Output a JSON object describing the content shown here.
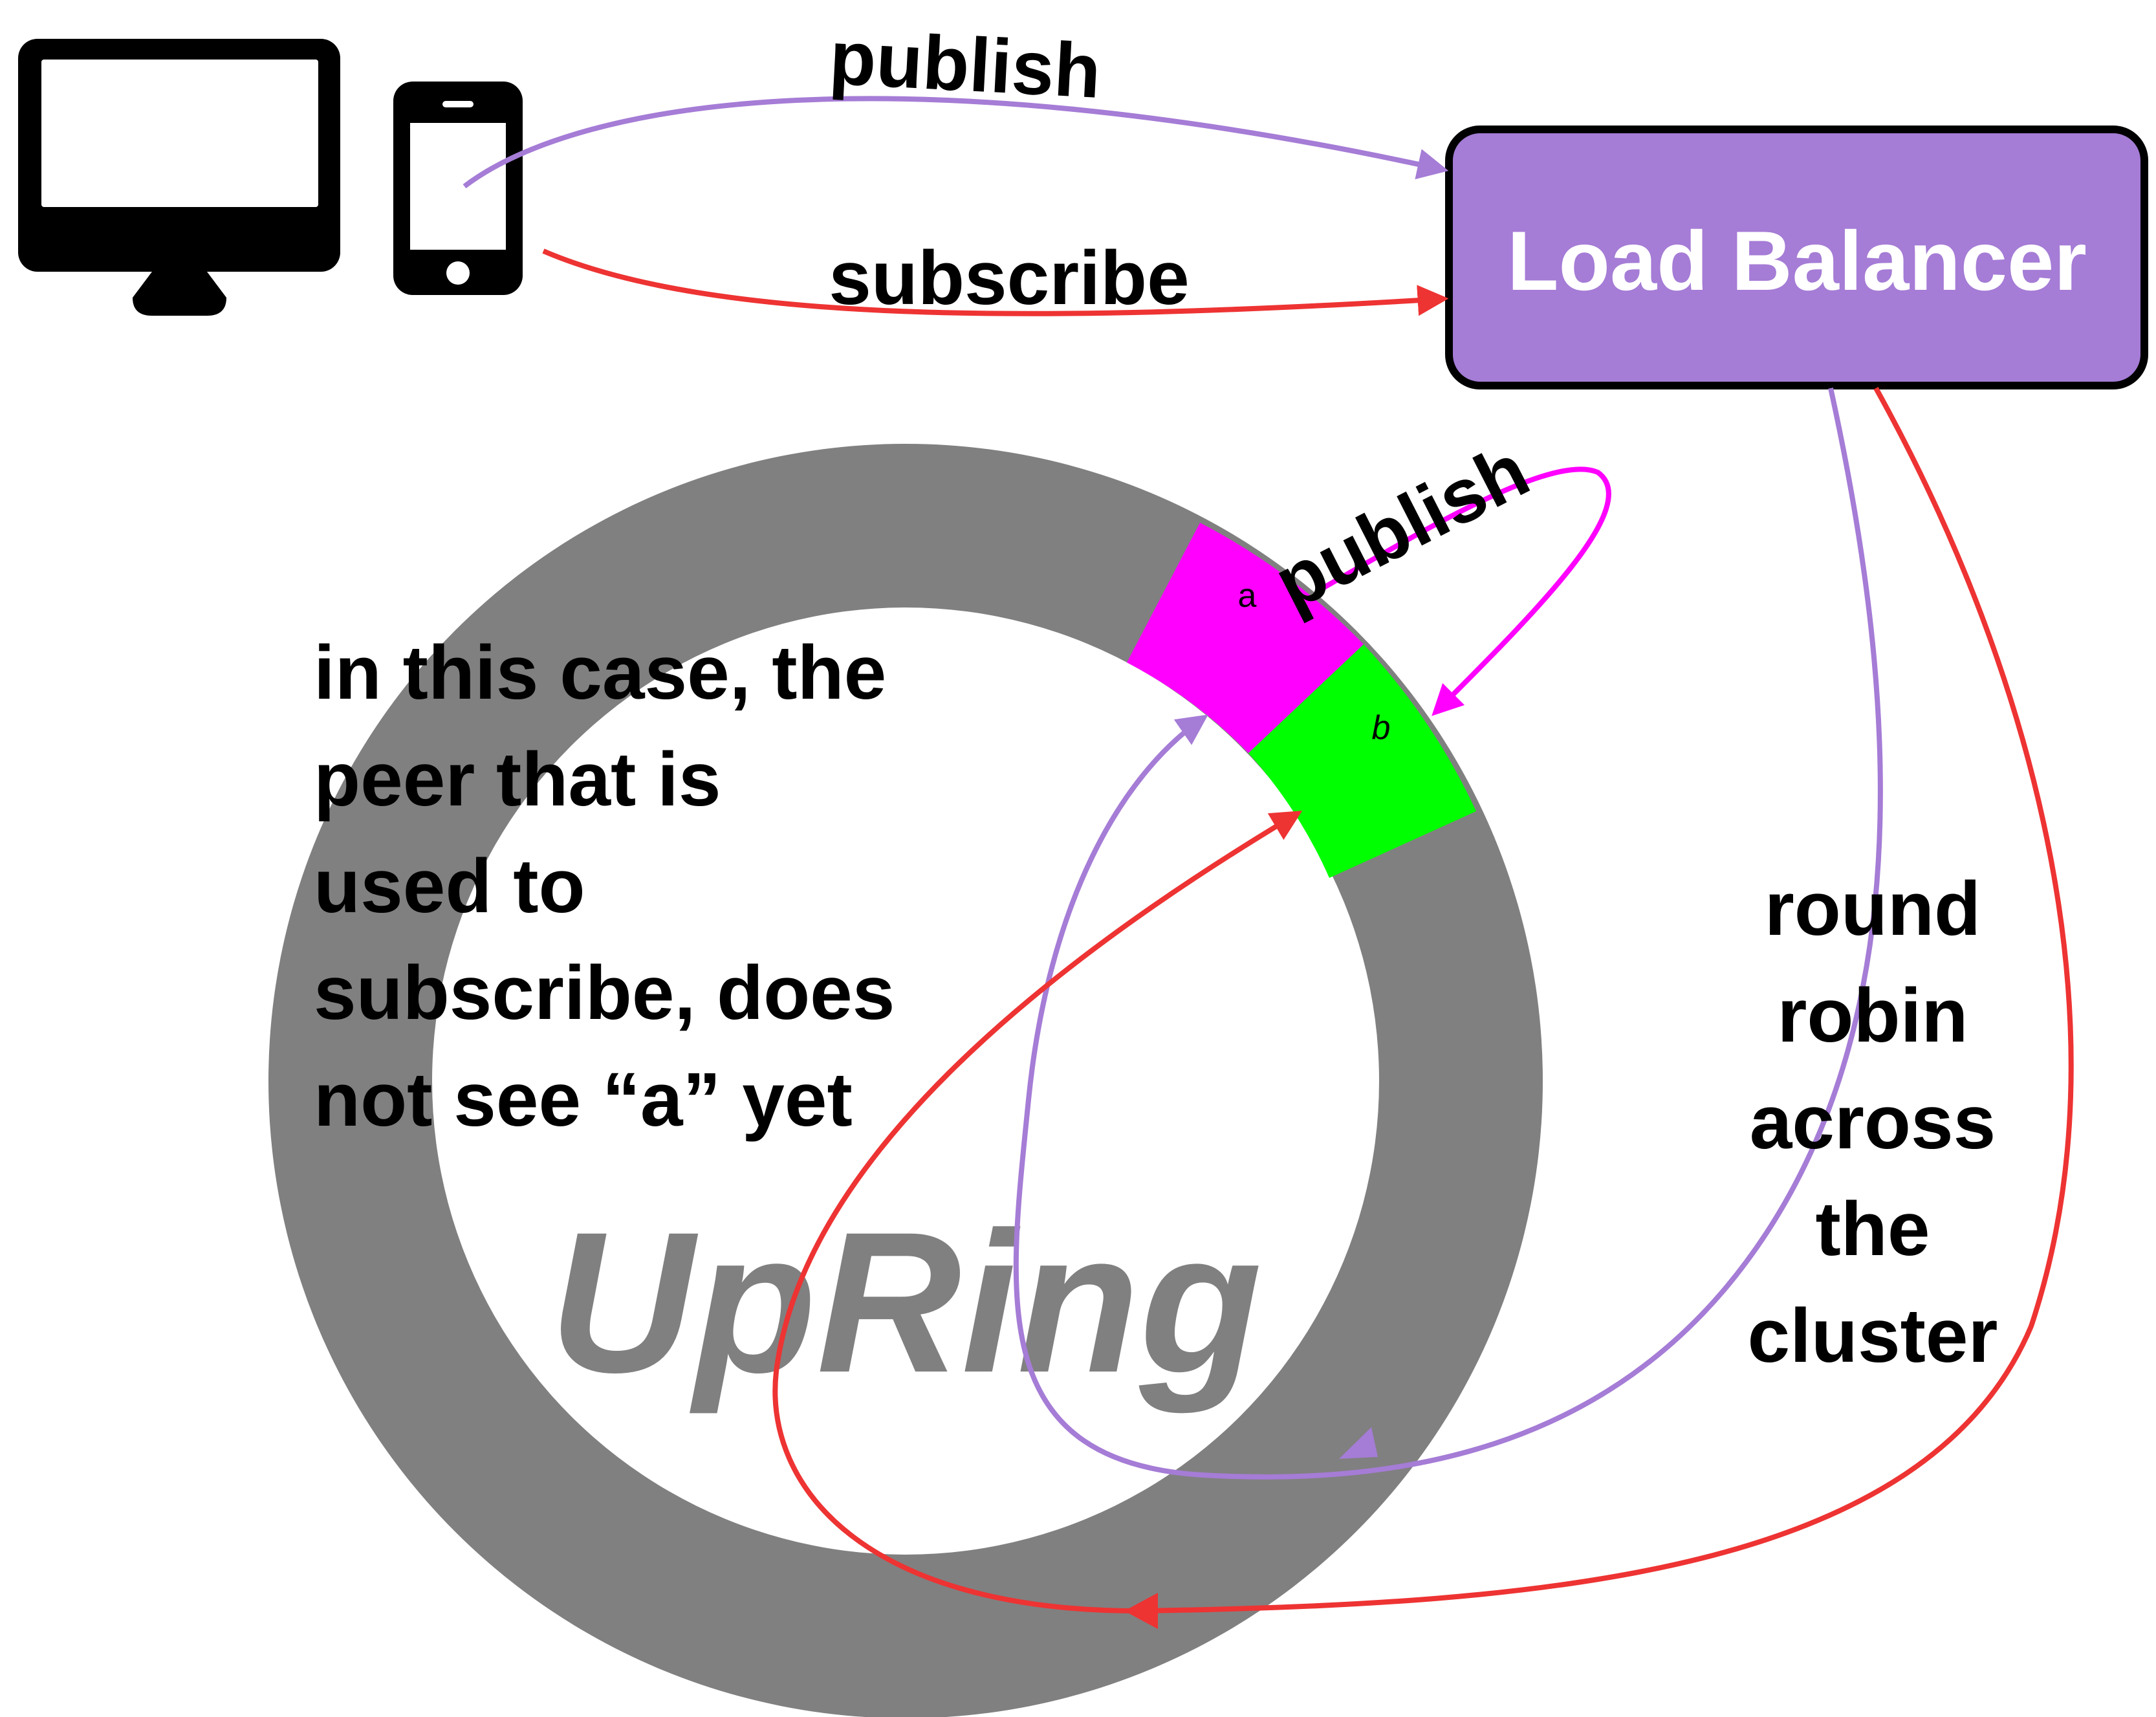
{
  "load_balancer": {
    "label": "Load Balancer",
    "fill": "#a57cd6"
  },
  "edges": {
    "client_publish": "publish",
    "client_subscribe": "subscribe",
    "ring_publish": "publish"
  },
  "note": {
    "lines": [
      "in this case, the",
      "peer that is",
      "used to",
      "subscribe, does",
      "not see “a” yet"
    ]
  },
  "round_robin": {
    "lines": [
      "round",
      "robin",
      "across",
      "the",
      "cluster"
    ]
  },
  "ring": {
    "logo": "UpRing",
    "segment_a": "a",
    "segment_b": "b",
    "colors": {
      "ring": "#808080",
      "segment_a": "#ff00ff",
      "segment_b": "#00ff00"
    }
  },
  "icons": [
    "desktop-monitor-icon",
    "smartphone-icon"
  ],
  "colors": {
    "publish": "#a57cd6",
    "subscribe": "#ee3333",
    "ring_publish": "#ff00ff"
  }
}
